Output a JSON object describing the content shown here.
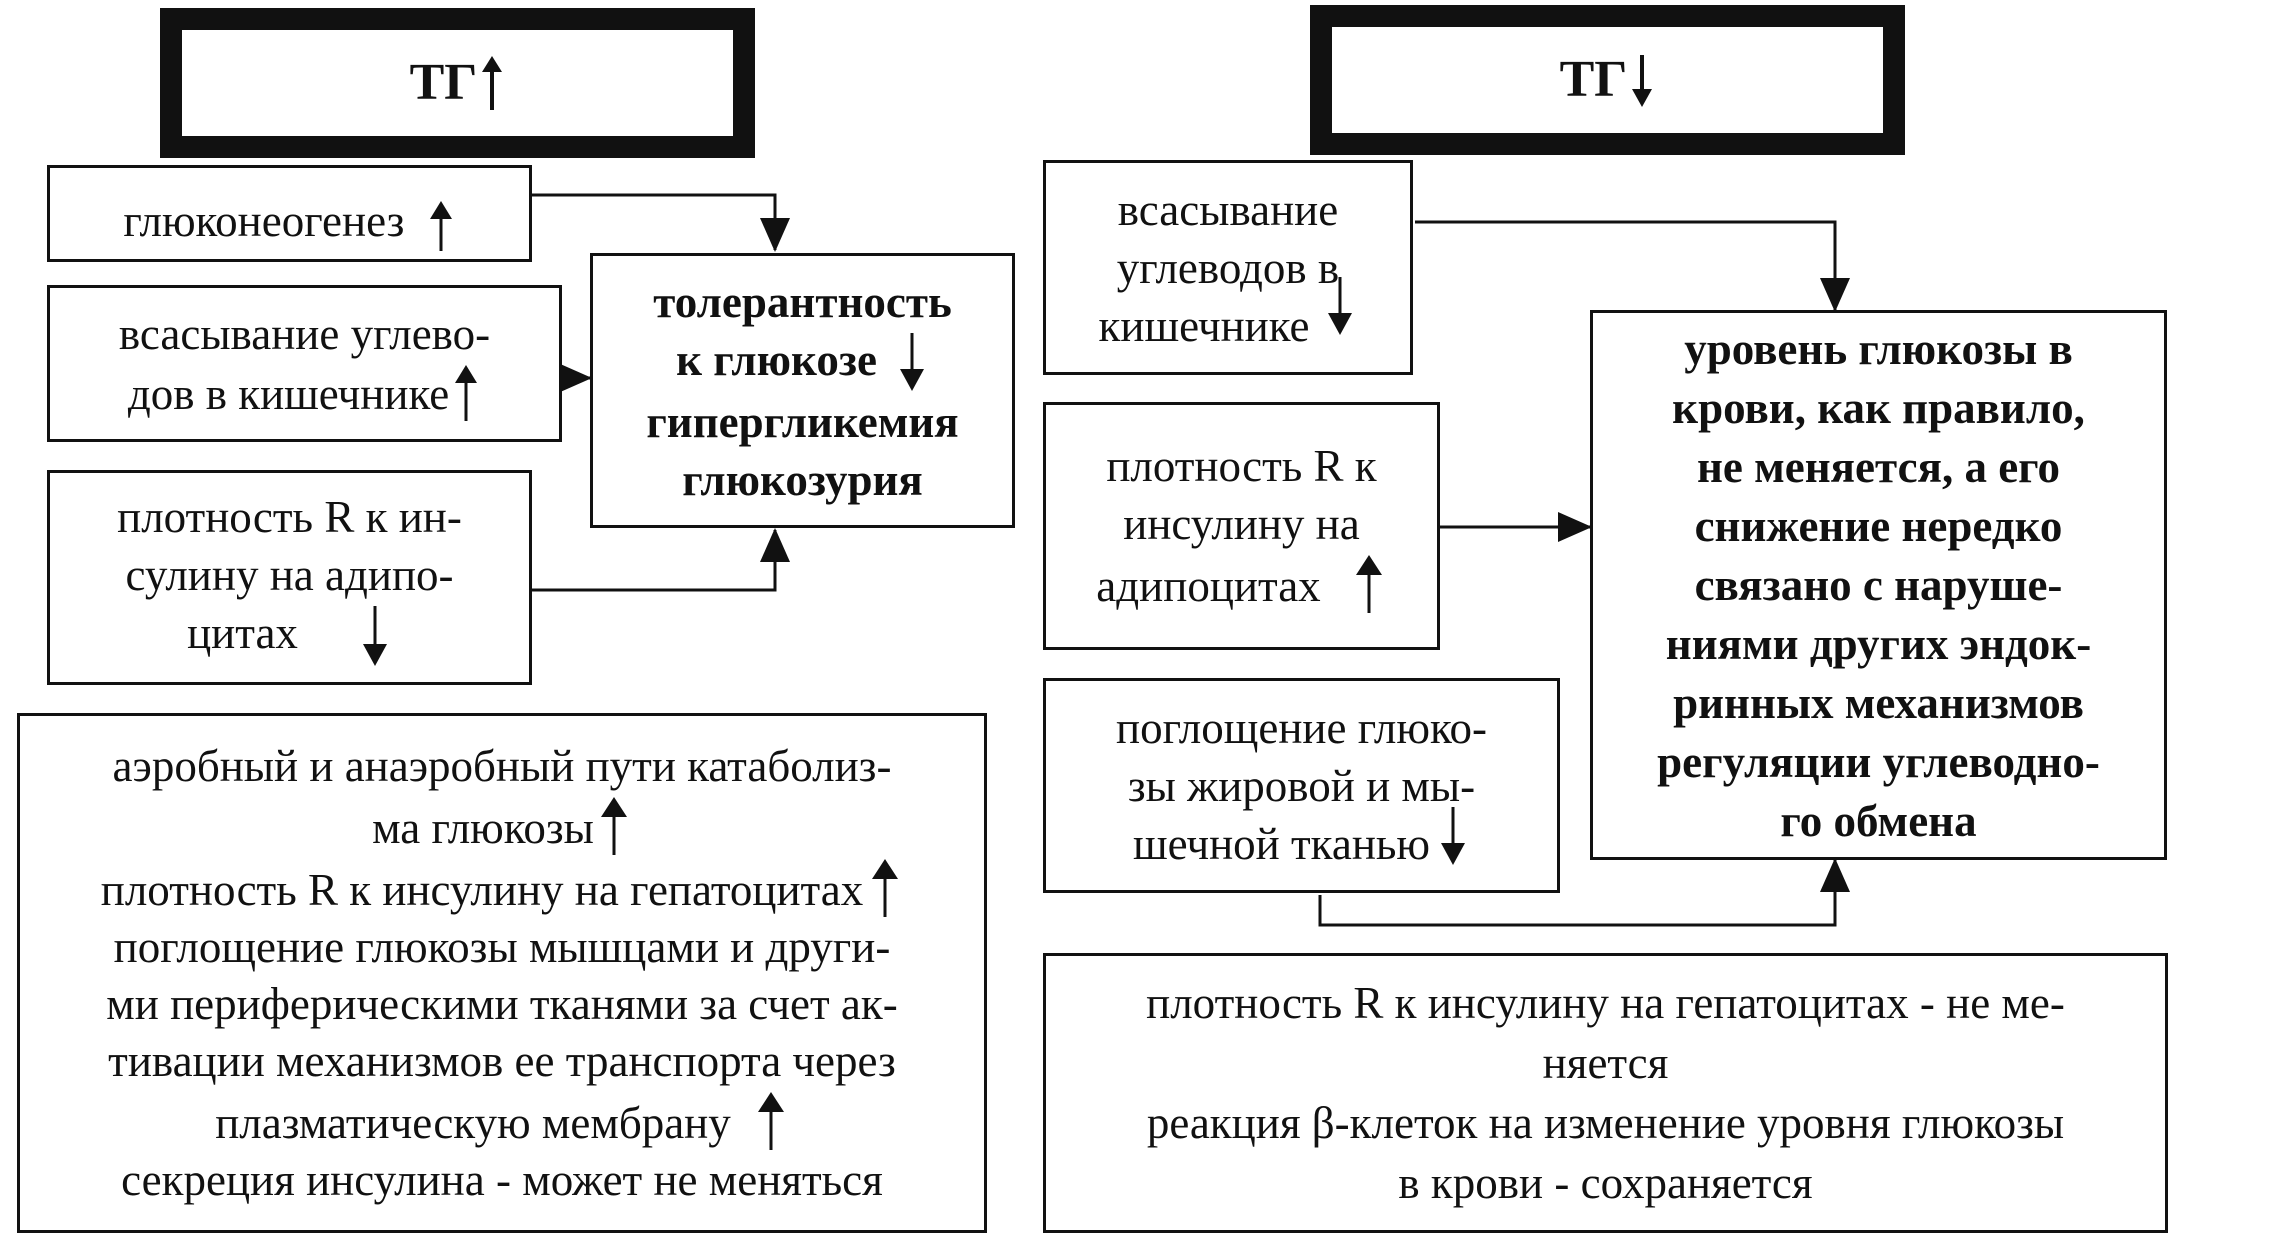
{
  "left": {
    "header": "ТГ",
    "header_arrow": "up",
    "box1": {
      "text": "глюконеогенез",
      "arrow": "up"
    },
    "box2": {
      "lines": [
        "всасывание углево-",
        "дов в кишечнике"
      ],
      "arrow": "up"
    },
    "box3": {
      "lines": [
        "плотность R к ин-",
        "сулину на адипо-",
        "цитах"
      ],
      "arrow": "down"
    },
    "center": {
      "lines": [
        "толерантность",
        "к глюкозе",
        "гипергликемия",
        "глюкозурия"
      ],
      "arrow": "down"
    },
    "bottom": {
      "lines": [
        "аэробный и анаэробный пути катаболиз-",
        "ма глюкозы",
        "плотность R к инсулину на гепатоцитах",
        "поглощение глюкозы мышцами и други-",
        "ми периферическими тканями за счет ак-",
        "тивации механизмов ее транспорта через",
        "плазматическую мембрану",
        "секреция инсулина - может не меняться"
      ]
    }
  },
  "right": {
    "header": "ТГ",
    "header_arrow": "down",
    "box1": {
      "lines": [
        "всасывание",
        "углеводов в",
        "кишечнике"
      ],
      "arrow": "down"
    },
    "box2": {
      "lines": [
        "плотность R к",
        "инсулину на",
        "адипоцитах"
      ],
      "arrow": "up"
    },
    "box3": {
      "lines": [
        "поглощение глюко-",
        "зы жировой и мы-",
        "шечной тканью"
      ],
      "arrow": "down"
    },
    "result": {
      "lines": [
        "уровень глюкозы в",
        "крови, как правило,",
        "не меняется, а его",
        "снижение нередко",
        "связано с наруше-",
        "ниями других эндок-",
        "ринных механизмов",
        "регуляции углеводно-",
        "го обмена"
      ]
    },
    "bottom": {
      "lines": [
        "плотность R к инсулину на гепатоцитах - не ме-",
        "няется",
        "реакция β-клеток на изменение уровня глюкозы",
        "в крови - сохраняется"
      ]
    }
  }
}
